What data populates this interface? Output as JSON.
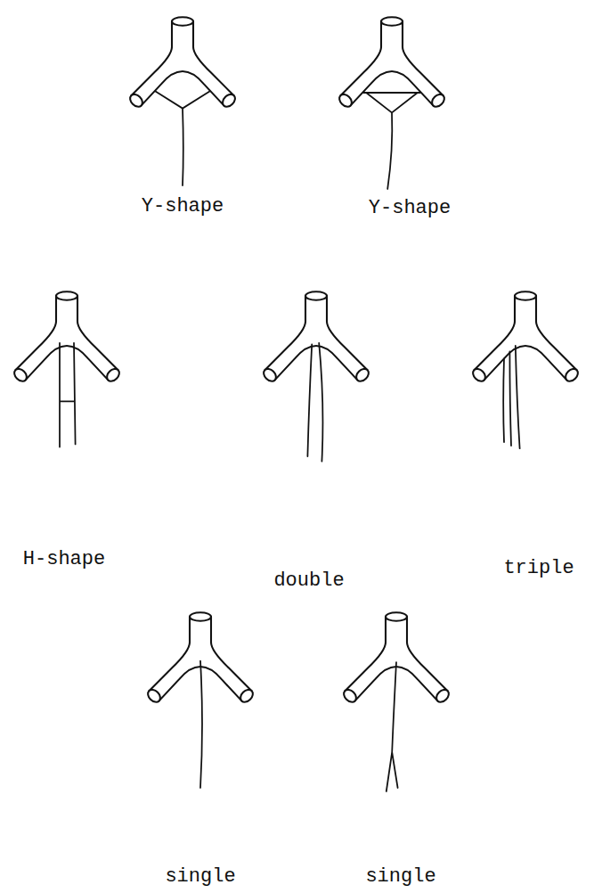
{
  "diagram": {
    "labels": [
      "Y-shape",
      "Y-shape",
      "H-shape",
      "double",
      "triple",
      "single",
      "single"
    ]
  }
}
